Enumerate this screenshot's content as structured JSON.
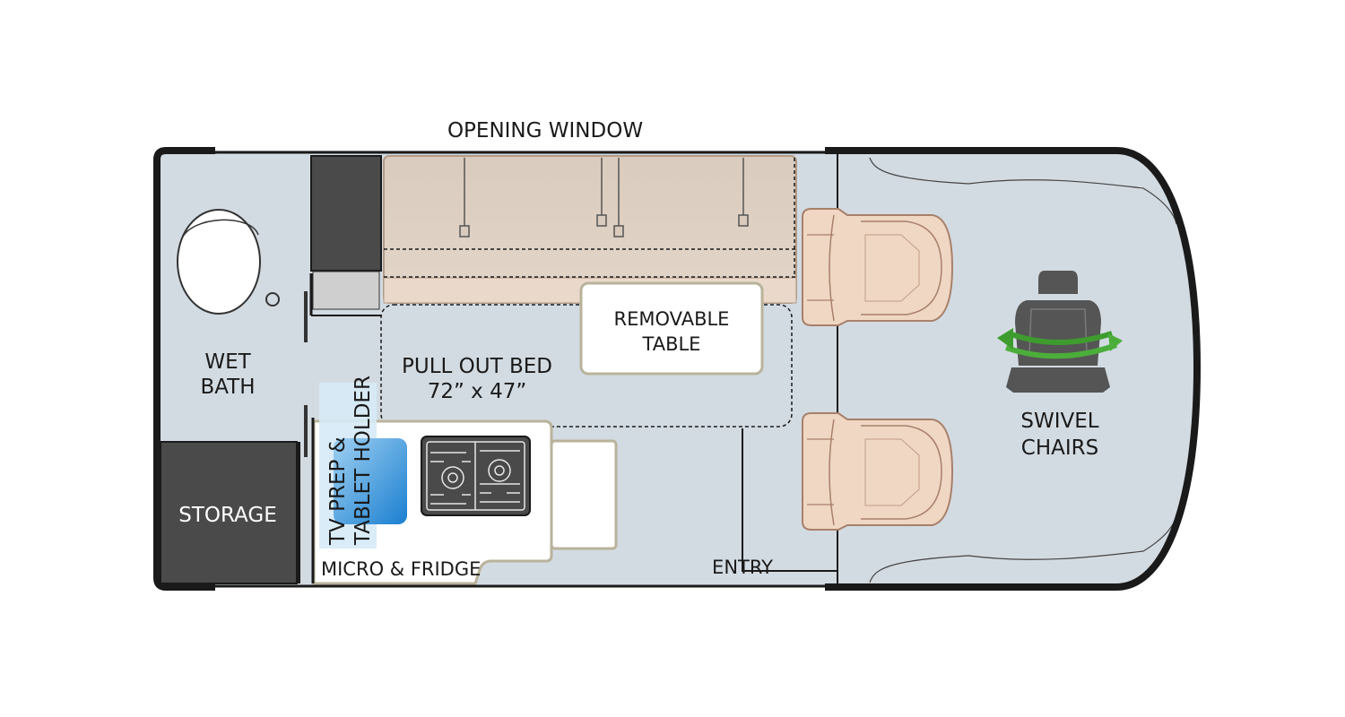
{
  "labels": {
    "opening_window": "OPENING WINDOW",
    "wet_bath_1": "WET",
    "wet_bath_2": "BATH",
    "storage": "STORAGE",
    "tv_prep_1": "TV PREP &",
    "tv_prep_2": "TABLET HOLDER",
    "micro_fridge": "MICRO & FRIDGE",
    "pull_out_bed_1": "PULL OUT BED",
    "pull_out_bed_2": "72” x 47”",
    "removable_table_1": "REMOVABLE",
    "removable_table_2": "TABLE",
    "entry": "ENTRY",
    "swivel_chairs_1": "SWIVEL",
    "swivel_chairs_2": "CHAIRS"
  },
  "colors": {
    "floor": "#d3dbe2",
    "wall": "#1a1a1a",
    "storage": "#4a4a4a",
    "sofa": "#dccdbd",
    "seat": "#efd7c4",
    "seat_outline": "#b08670",
    "swivel_arrow": "#4cae3a",
    "sink": "#2f8fd6"
  },
  "icons": {
    "toilet": "toilet-icon",
    "cooktop": "cooktop-icon",
    "sink": "sink-icon",
    "swivel": "swivel-arrow-icon",
    "seat": "seat-icon"
  }
}
